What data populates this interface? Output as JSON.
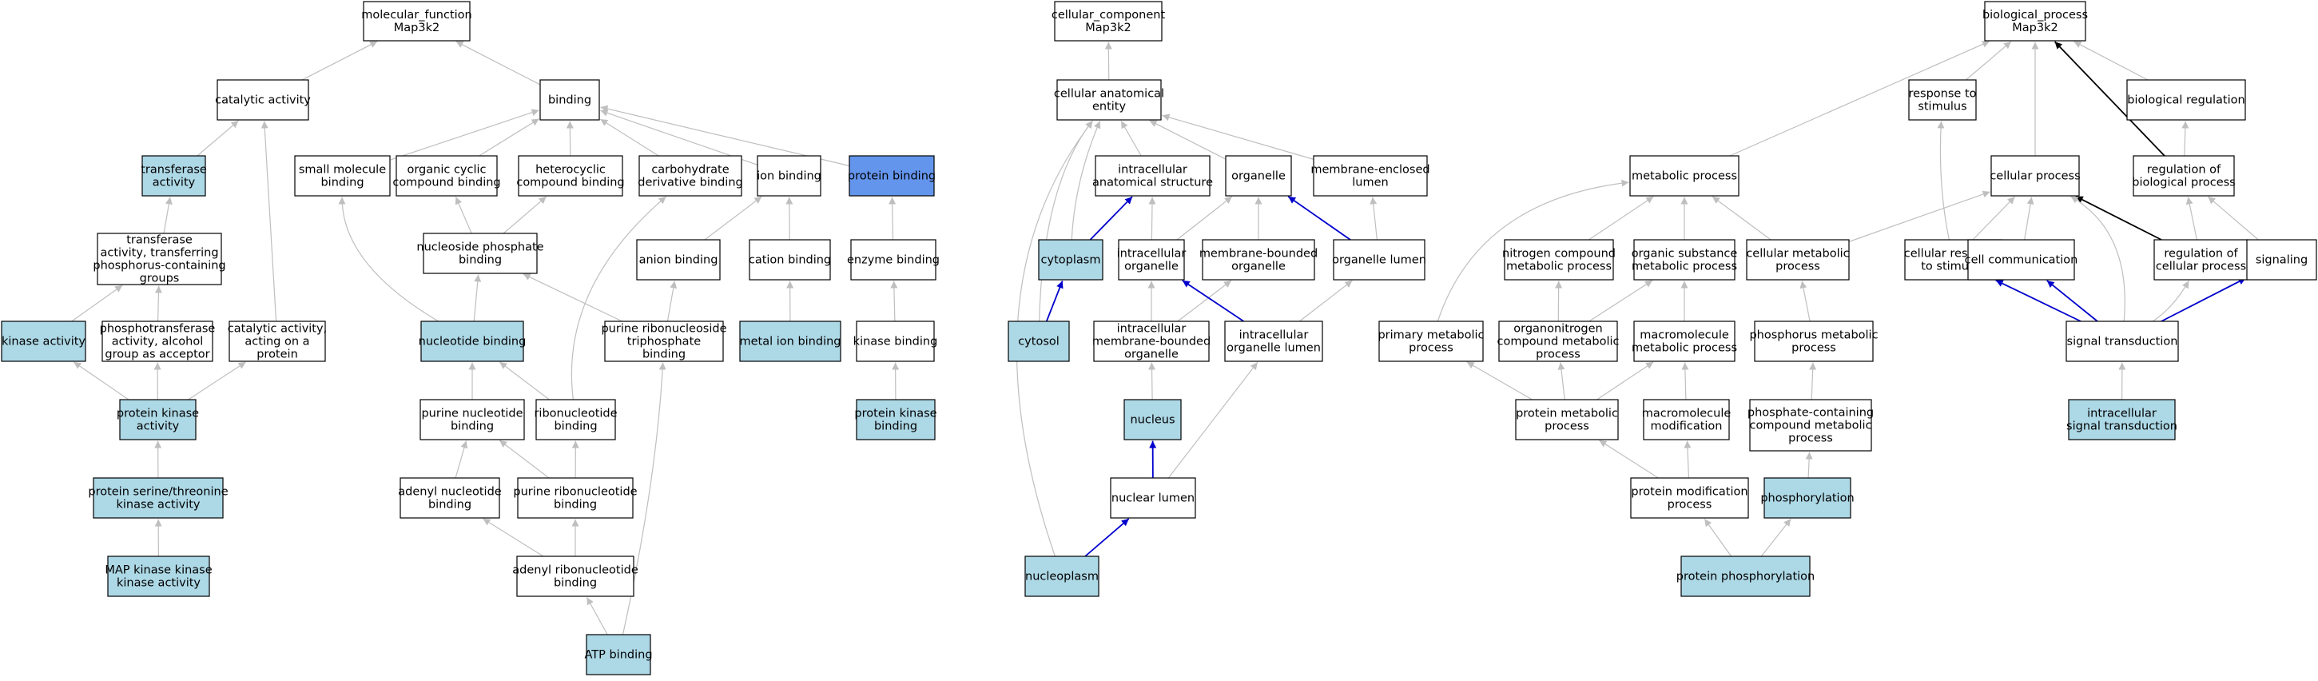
{
  "colors": {
    "background": "#ffffff",
    "plain_node": "#ffffff",
    "annotated_node": "#add8e6",
    "highlight_node": "#6495ed",
    "edge_gray": "#bfbfbf",
    "edge_blue": "#0000cc",
    "edge_black": "#000000"
  },
  "panels": [
    {
      "name": "molecular_function",
      "title": [
        "molecular_function",
        "Map3k2"
      ]
    },
    {
      "name": "cellular_component",
      "title": [
        "cellular_component",
        "Map3k2"
      ]
    },
    {
      "name": "biological_process",
      "title": [
        "biological_process",
        "Map3k2"
      ]
    }
  ],
  "nodes": [
    {
      "id": "mf_root",
      "lines": [
        "molecular_function",
        "Map3k2"
      ],
      "style": "plain"
    },
    {
      "id": "catalytic",
      "lines": [
        "catalytic activity"
      ],
      "style": "plain"
    },
    {
      "id": "binding",
      "lines": [
        "binding"
      ],
      "style": "plain"
    },
    {
      "id": "transferase",
      "lines": [
        "transferase",
        "activity"
      ],
      "style": "annotated"
    },
    {
      "id": "small_mol",
      "lines": [
        "small molecule",
        "binding"
      ],
      "style": "plain"
    },
    {
      "id": "organic_cyclic",
      "lines": [
        "organic cyclic",
        "compound binding"
      ],
      "style": "plain"
    },
    {
      "id": "heterocyclic",
      "lines": [
        "heterocyclic",
        "compound binding"
      ],
      "style": "plain"
    },
    {
      "id": "carbohydrate",
      "lines": [
        "carbohydrate",
        "derivative binding"
      ],
      "style": "plain"
    },
    {
      "id": "ion_binding",
      "lines": [
        "ion binding"
      ],
      "style": "plain"
    },
    {
      "id": "protein_binding",
      "lines": [
        "protein binding"
      ],
      "style": "highlight"
    },
    {
      "id": "transferase_p",
      "lines": [
        "transferase",
        "activity, transferring",
        "phosphorus-containing",
        "groups"
      ],
      "style": "plain"
    },
    {
      "id": "nucleoside_phos",
      "lines": [
        "nucleoside phosphate",
        "binding"
      ],
      "style": "plain"
    },
    {
      "id": "anion_binding",
      "lines": [
        "anion binding"
      ],
      "style": "plain"
    },
    {
      "id": "cation_binding",
      "lines": [
        "cation binding"
      ],
      "style": "plain"
    },
    {
      "id": "enzyme_binding",
      "lines": [
        "enzyme binding"
      ],
      "style": "plain"
    },
    {
      "id": "kinase_activity",
      "lines": [
        "kinase activity"
      ],
      "style": "annotated"
    },
    {
      "id": "phosphotransferase",
      "lines": [
        "phosphotransferase",
        "activity, alcohol",
        "group as acceptor"
      ],
      "style": "plain"
    },
    {
      "id": "catalytic_protein",
      "lines": [
        "catalytic activity,",
        "acting on a",
        "protein"
      ],
      "style": "plain"
    },
    {
      "id": "nucleotide_binding",
      "lines": [
        "nucleotide binding"
      ],
      "style": "annotated"
    },
    {
      "id": "purine_ribonucleoside_tp",
      "lines": [
        "purine ribonucleoside",
        "triphosphate",
        "binding"
      ],
      "style": "plain"
    },
    {
      "id": "metal_ion",
      "lines": [
        "metal ion binding"
      ],
      "style": "annotated"
    },
    {
      "id": "kinase_binding",
      "lines": [
        "kinase binding"
      ],
      "style": "plain"
    },
    {
      "id": "protein_kinase",
      "lines": [
        "protein kinase",
        "activity"
      ],
      "style": "annotated"
    },
    {
      "id": "purine_nucleotide",
      "lines": [
        "purine nucleotide",
        "binding"
      ],
      "style": "plain"
    },
    {
      "id": "ribonucleotide",
      "lines": [
        "ribonucleotide",
        "binding"
      ],
      "style": "plain"
    },
    {
      "id": "protein_kinase_binding",
      "lines": [
        "protein kinase",
        "binding"
      ],
      "style": "annotated"
    },
    {
      "id": "ser_thr",
      "lines": [
        "protein serine/threonine",
        "kinase activity"
      ],
      "style": "annotated"
    },
    {
      "id": "adenyl_nucleotide",
      "lines": [
        "adenyl nucleotide",
        "binding"
      ],
      "style": "plain"
    },
    {
      "id": "purine_ribonucleotide",
      "lines": [
        "purine ribonucleotide",
        "binding"
      ],
      "style": "plain"
    },
    {
      "id": "mapkkk",
      "lines": [
        "MAP kinase kinase",
        "kinase activity"
      ],
      "style": "annotated"
    },
    {
      "id": "adenyl_ribonucleotide",
      "lines": [
        "adenyl ribonucleotide",
        "binding"
      ],
      "style": "plain"
    },
    {
      "id": "atp_binding",
      "lines": [
        "ATP binding"
      ],
      "style": "annotated"
    },
    {
      "id": "cc_root",
      "lines": [
        "cellular_component",
        "Map3k2"
      ],
      "style": "plain"
    },
    {
      "id": "cell_anat",
      "lines": [
        "cellular anatomical",
        "entity"
      ],
      "style": "plain"
    },
    {
      "id": "intracell_anat",
      "lines": [
        "intracellular",
        "anatomical structure"
      ],
      "style": "plain"
    },
    {
      "id": "organelle",
      "lines": [
        "organelle"
      ],
      "style": "plain"
    },
    {
      "id": "membrane_enclosed",
      "lines": [
        "membrane-enclosed",
        "lumen"
      ],
      "style": "plain"
    },
    {
      "id": "cytoplasm",
      "lines": [
        "cytoplasm"
      ],
      "style": "annotated"
    },
    {
      "id": "intracell_organelle",
      "lines": [
        "intracellular",
        "organelle"
      ],
      "style": "plain"
    },
    {
      "id": "membrane_bounded",
      "lines": [
        "membrane-bounded",
        "organelle"
      ],
      "style": "plain"
    },
    {
      "id": "organelle_lumen",
      "lines": [
        "organelle lumen"
      ],
      "style": "plain"
    },
    {
      "id": "cytosol",
      "lines": [
        "cytosol"
      ],
      "style": "annotated"
    },
    {
      "id": "intracell_mbo",
      "lines": [
        "intracellular",
        "membrane-bounded",
        "organelle"
      ],
      "style": "plain"
    },
    {
      "id": "intracell_org_lumen",
      "lines": [
        "intracellular",
        "organelle lumen"
      ],
      "style": "plain"
    },
    {
      "id": "nucleus",
      "lines": [
        "nucleus"
      ],
      "style": "annotated"
    },
    {
      "id": "nuclear_lumen",
      "lines": [
        "nuclear lumen"
      ],
      "style": "plain"
    },
    {
      "id": "nucleoplasm",
      "lines": [
        "nucleoplasm"
      ],
      "style": "annotated"
    },
    {
      "id": "bp_root",
      "lines": [
        "biological_process",
        "Map3k2"
      ],
      "style": "plain"
    },
    {
      "id": "response_stimulus",
      "lines": [
        "response to",
        "stimulus"
      ],
      "style": "plain"
    },
    {
      "id": "bio_regulation",
      "lines": [
        "biological regulation"
      ],
      "style": "plain"
    },
    {
      "id": "metabolic",
      "lines": [
        "metabolic process"
      ],
      "style": "plain"
    },
    {
      "id": "cellular_process",
      "lines": [
        "cellular process"
      ],
      "style": "plain"
    },
    {
      "id": "reg_bio",
      "lines": [
        "regulation of",
        "biological process"
      ],
      "style": "plain"
    },
    {
      "id": "nitrogen",
      "lines": [
        "nitrogen compound",
        "metabolic process"
      ],
      "style": "plain"
    },
    {
      "id": "organic_subst",
      "lines": [
        "organic substance",
        "metabolic process"
      ],
      "style": "plain"
    },
    {
      "id": "cell_metabolic",
      "lines": [
        "cellular metabolic",
        "process"
      ],
      "style": "plain"
    },
    {
      "id": "cell_response",
      "lines": [
        "cellular response",
        "to stimulus"
      ],
      "style": "plain"
    },
    {
      "id": "cell_comm",
      "lines": [
        "cell communication"
      ],
      "style": "plain"
    },
    {
      "id": "reg_cell",
      "lines": [
        "regulation of",
        "cellular process"
      ],
      "style": "plain"
    },
    {
      "id": "signaling",
      "lines": [
        "signaling"
      ],
      "style": "plain"
    },
    {
      "id": "primary_metabolic",
      "lines": [
        "primary metabolic",
        "process"
      ],
      "style": "plain"
    },
    {
      "id": "organonitrogen",
      "lines": [
        "organonitrogen",
        "compound metabolic",
        "process"
      ],
      "style": "plain"
    },
    {
      "id": "macromolecule_met",
      "lines": [
        "macromolecule",
        "metabolic process"
      ],
      "style": "plain"
    },
    {
      "id": "phosphorus_met",
      "lines": [
        "phosphorus metabolic",
        "process"
      ],
      "style": "plain"
    },
    {
      "id": "signal_transduction",
      "lines": [
        "signal transduction"
      ],
      "style": "plain"
    },
    {
      "id": "protein_metabolic",
      "lines": [
        "protein metabolic",
        "process"
      ],
      "style": "plain"
    },
    {
      "id": "macromolecule_mod",
      "lines": [
        "macromolecule",
        "modification"
      ],
      "style": "plain"
    },
    {
      "id": "phosphate_containing",
      "lines": [
        "phosphate-containing",
        "compound metabolic",
        "process"
      ],
      "style": "plain"
    },
    {
      "id": "intracell_signal",
      "lines": [
        "intracellular",
        "signal transduction"
      ],
      "style": "annotated"
    },
    {
      "id": "protein_mod",
      "lines": [
        "protein modification",
        "process"
      ],
      "style": "plain"
    },
    {
      "id": "phosphorylation",
      "lines": [
        "phosphorylation"
      ],
      "style": "annotated"
    },
    {
      "id": "protein_phosphorylation",
      "lines": [
        "protein phosphorylation"
      ],
      "style": "annotated"
    }
  ],
  "edges": [
    {
      "from": "catalytic",
      "to": "mf_root",
      "color": "gray"
    },
    {
      "from": "binding",
      "to": "mf_root",
      "color": "gray"
    },
    {
      "from": "transferase",
      "to": "catalytic",
      "color": "gray"
    },
    {
      "from": "catalytic_protein",
      "to": "catalytic",
      "color": "gray"
    },
    {
      "from": "small_mol",
      "to": "binding",
      "color": "gray"
    },
    {
      "from": "organic_cyclic",
      "to": "binding",
      "color": "gray"
    },
    {
      "from": "heterocyclic",
      "to": "binding",
      "color": "gray"
    },
    {
      "from": "carbohydrate",
      "to": "binding",
      "color": "gray"
    },
    {
      "from": "ion_binding",
      "to": "binding",
      "color": "gray"
    },
    {
      "from": "protein_binding",
      "to": "binding",
      "color": "gray"
    },
    {
      "from": "transferase_p",
      "to": "transferase",
      "color": "gray"
    },
    {
      "from": "nucleoside_phos",
      "to": "heterocyclic",
      "color": "gray"
    },
    {
      "from": "nucleoside_phos",
      "to": "organic_cyclic",
      "color": "gray"
    },
    {
      "from": "anion_binding",
      "to": "ion_binding",
      "color": "gray"
    },
    {
      "from": "cation_binding",
      "to": "ion_binding",
      "color": "gray"
    },
    {
      "from": "enzyme_binding",
      "to": "protein_binding",
      "color": "gray"
    },
    {
      "from": "kinase_activity",
      "to": "transferase_p",
      "color": "gray"
    },
    {
      "from": "phosphotransferase",
      "to": "transferase_p",
      "color": "gray"
    },
    {
      "from": "nucleotide_binding",
      "to": "nucleoside_phos",
      "color": "gray"
    },
    {
      "from": "nucleotide_binding",
      "to": "small_mol",
      "color": "gray"
    },
    {
      "from": "purine_ribonucleoside_tp",
      "to": "anion_binding",
      "color": "gray"
    },
    {
      "from": "purine_ribonucleoside_tp",
      "to": "nucleoside_phos",
      "color": "gray"
    },
    {
      "from": "metal_ion",
      "to": "cation_binding",
      "color": "gray"
    },
    {
      "from": "kinase_binding",
      "to": "enzyme_binding",
      "color": "gray"
    },
    {
      "from": "protein_kinase",
      "to": "kinase_activity",
      "color": "gray"
    },
    {
      "from": "protein_kinase",
      "to": "phosphotransferase",
      "color": "gray"
    },
    {
      "from": "protein_kinase",
      "to": "catalytic_protein",
      "color": "gray"
    },
    {
      "from": "purine_nucleotide",
      "to": "nucleotide_binding",
      "color": "gray"
    },
    {
      "from": "ribonucleotide",
      "to": "nucleotide_binding",
      "color": "gray"
    },
    {
      "from": "ribonucleotide",
      "to": "carbohydrate",
      "color": "gray"
    },
    {
      "from": "protein_kinase_binding",
      "to": "kinase_binding",
      "color": "gray"
    },
    {
      "from": "ser_thr",
      "to": "protein_kinase",
      "color": "gray"
    },
    {
      "from": "adenyl_nucleotide",
      "to": "purine_nucleotide",
      "color": "gray"
    },
    {
      "from": "purine_ribonucleotide",
      "to": "purine_nucleotide",
      "color": "gray"
    },
    {
      "from": "purine_ribonucleotide",
      "to": "ribonucleotide",
      "color": "gray"
    },
    {
      "from": "mapkkk",
      "to": "ser_thr",
      "color": "gray"
    },
    {
      "from": "adenyl_ribonucleotide",
      "to": "adenyl_nucleotide",
      "color": "gray"
    },
    {
      "from": "adenyl_ribonucleotide",
      "to": "purine_ribonucleotide",
      "color": "gray"
    },
    {
      "from": "atp_binding",
      "to": "adenyl_ribonucleotide",
      "color": "gray"
    },
    {
      "from": "atp_binding",
      "to": "purine_ribonucleoside_tp",
      "color": "gray"
    },
    {
      "from": "cell_anat",
      "to": "cc_root",
      "color": "gray"
    },
    {
      "from": "intracell_anat",
      "to": "cell_anat",
      "color": "gray"
    },
    {
      "from": "organelle",
      "to": "cell_anat",
      "color": "gray"
    },
    {
      "from": "membrane_enclosed",
      "to": "cell_anat",
      "color": "gray"
    },
    {
      "from": "cytoplasm",
      "to": "cell_anat",
      "color": "gray"
    },
    {
      "from": "cytosol",
      "to": "cell_anat",
      "color": "gray"
    },
    {
      "from": "nucleoplasm",
      "to": "cell_anat",
      "color": "gray"
    },
    {
      "from": "cytoplasm",
      "to": "intracell_anat",
      "color": "blue"
    },
    {
      "from": "intracell_organelle",
      "to": "intracell_anat",
      "color": "gray"
    },
    {
      "from": "intracell_organelle",
      "to": "organelle",
      "color": "gray"
    },
    {
      "from": "membrane_bounded",
      "to": "organelle",
      "color": "gray"
    },
    {
      "from": "organelle_lumen",
      "to": "organelle",
      "color": "blue"
    },
    {
      "from": "organelle_lumen",
      "to": "membrane_enclosed",
      "color": "gray"
    },
    {
      "from": "cytosol",
      "to": "cytoplasm",
      "color": "blue"
    },
    {
      "from": "intracell_mbo",
      "to": "intracell_organelle",
      "color": "gray"
    },
    {
      "from": "intracell_mbo",
      "to": "membrane_bounded",
      "color": "gray"
    },
    {
      "from": "intracell_org_lumen",
      "to": "intracell_organelle",
      "color": "blue"
    },
    {
      "from": "intracell_org_lumen",
      "to": "organelle_lumen",
      "color": "gray"
    },
    {
      "from": "nucleus",
      "to": "intracell_mbo",
      "color": "gray"
    },
    {
      "from": "nuclear_lumen",
      "to": "nucleus",
      "color": "blue"
    },
    {
      "from": "nuclear_lumen",
      "to": "intracell_org_lumen",
      "color": "gray"
    },
    {
      "from": "nucleoplasm",
      "to": "nuclear_lumen",
      "color": "blue"
    },
    {
      "from": "response_stimulus",
      "to": "bp_root",
      "color": "gray"
    },
    {
      "from": "bio_regulation",
      "to": "bp_root",
      "color": "gray"
    },
    {
      "from": "metabolic",
      "to": "bp_root",
      "color": "gray"
    },
    {
      "from": "cellular_process",
      "to": "bp_root",
      "color": "gray"
    },
    {
      "from": "reg_bio",
      "to": "bp_root",
      "color": "black"
    },
    {
      "from": "reg_bio",
      "to": "bio_regulation",
      "color": "gray"
    },
    {
      "from": "nitrogen",
      "to": "metabolic",
      "color": "gray"
    },
    {
      "from": "organic_subst",
      "to": "metabolic",
      "color": "gray"
    },
    {
      "from": "cell_metabolic",
      "to": "metabolic",
      "color": "gray"
    },
    {
      "from": "primary_metabolic",
      "to": "metabolic",
      "color": "gray"
    },
    {
      "from": "cell_metabolic",
      "to": "cellular_process",
      "color": "gray"
    },
    {
      "from": "cell_response",
      "to": "cellular_process",
      "color": "gray"
    },
    {
      "from": "cell_comm",
      "to": "cellular_process",
      "color": "gray"
    },
    {
      "from": "reg_cell",
      "to": "cellular_process",
      "color": "black"
    },
    {
      "from": "signal_transduction",
      "to": "cellular_process",
      "color": "gray"
    },
    {
      "from": "reg_cell",
      "to": "reg_bio",
      "color": "gray"
    },
    {
      "from": "signaling",
      "to": "reg_bio",
      "color": "gray"
    },
    {
      "from": "cell_response",
      "to": "response_stimulus",
      "color": "gray"
    },
    {
      "from": "organonitrogen",
      "to": "nitrogen",
      "color": "gray"
    },
    {
      "from": "organonitrogen",
      "to": "organic_subst",
      "color": "gray"
    },
    {
      "from": "macromolecule_met",
      "to": "organic_subst",
      "color": "gray"
    },
    {
      "from": "phosphorus_met",
      "to": "cell_metabolic",
      "color": "gray"
    },
    {
      "from": "signal_transduction",
      "to": "cell_response",
      "color": "blue"
    },
    {
      "from": "signal_transduction",
      "to": "cell_comm",
      "color": "blue"
    },
    {
      "from": "signal_transduction",
      "to": "reg_cell",
      "color": "gray"
    },
    {
      "from": "signal_transduction",
      "to": "signaling",
      "color": "blue"
    },
    {
      "from": "protein_metabolic",
      "to": "primary_metabolic",
      "color": "gray"
    },
    {
      "from": "protein_metabolic",
      "to": "organonitrogen",
      "color": "gray"
    },
    {
      "from": "protein_metabolic",
      "to": "macromolecule_met",
      "color": "gray"
    },
    {
      "from": "macromolecule_mod",
      "to": "macromolecule_met",
      "color": "gray"
    },
    {
      "from": "phosphate_containing",
      "to": "phosphorus_met",
      "color": "gray"
    },
    {
      "from": "intracell_signal",
      "to": "signal_transduction",
      "color": "gray"
    },
    {
      "from": "protein_mod",
      "to": "protein_metabolic",
      "color": "gray"
    },
    {
      "from": "protein_mod",
      "to": "macromolecule_mod",
      "color": "gray"
    },
    {
      "from": "phosphorylation",
      "to": "phosphate_containing",
      "color": "gray"
    },
    {
      "from": "protein_phosphorylation",
      "to": "protein_mod",
      "color": "gray"
    },
    {
      "from": "protein_phosphorylation",
      "to": "phosphorylation",
      "color": "gray"
    }
  ]
}
